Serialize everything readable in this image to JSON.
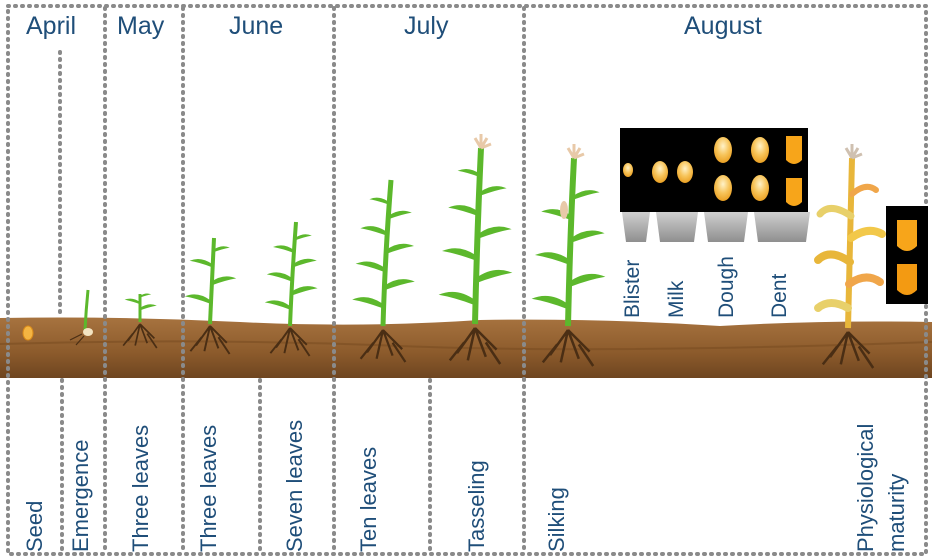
{
  "months": [
    "April",
    "May",
    "June",
    "July",
    "August"
  ],
  "stages": [
    "Seed",
    "Emergence",
    "Three leaves",
    "Three leaves",
    "Seven leaves",
    "Ten leaves",
    "Tasseling",
    "Silking"
  ],
  "maturity": {
    "line1": "Physiological",
    "line2": "maturity"
  },
  "kernel_stages": [
    "Blister",
    "Milk",
    "Dough",
    "Dent"
  ],
  "colors": {
    "text": "#1f4e79",
    "soil": "#8b5a2b",
    "leaf": "#5cb82c",
    "tassel": "#e8c9a8",
    "dry_leaf": "#e8b63a",
    "divider": "#8a8a8a"
  }
}
